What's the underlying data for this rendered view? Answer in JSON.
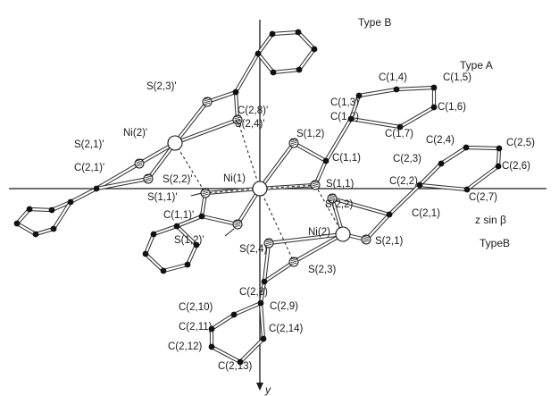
{
  "type_labels": {
    "top": "Type B",
    "right_top": "Type A",
    "right_bottom": "TypeB"
  },
  "axis_labels": {
    "horizontal": "z sin β",
    "vertical": "y"
  },
  "atom_labels": {
    "ni1": "Ni(1)",
    "ni2": "Ni(2)",
    "ni2p": "Ni(2)'",
    "s11": "S(1,1)",
    "s12": "S(1,2)",
    "s11p": "S(1,1)'",
    "s12p": "S(1,2)'",
    "s21": "S(2,1)",
    "s22": "S(2,2)",
    "s23": "S(2,3)",
    "s24": "S(2,4)",
    "s21p": "S(2,1)'",
    "s22p": "S(2,2)'",
    "s23p": "S(2,3)'",
    "s24p": "S(2,4)'",
    "c11": "C(1,1)",
    "c12": "C(1,2)",
    "c13": "C(1,3)",
    "c14": "C(1,4)",
    "c15": "C(1,5)",
    "c16": "C(1,6)",
    "c17": "C(1,7)",
    "c11p": "C(1,1)'",
    "c21": "C(2,1)",
    "c22": "C(2,2)",
    "c23": "C(2,3)",
    "c24": "C(2,4)",
    "c25": "C(2,5)",
    "c26": "C(2,6)",
    "c27": "C(2,7)",
    "c28": "C(2,8)",
    "c29": "C(2,9)",
    "c210": "C(2,10)",
    "c211": "C(2,11)",
    "c212": "C(2,12)",
    "c213": "C(2,13)",
    "c214": "C(2,14)",
    "c21p": "C(2,1)'",
    "c28p": "C(2,8)'"
  }
}
